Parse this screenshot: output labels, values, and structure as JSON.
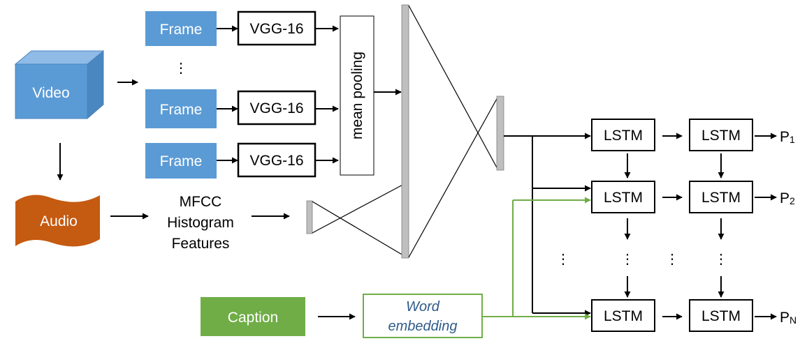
{
  "video": {
    "label": "Video"
  },
  "frames": [
    {
      "label": "Frame",
      "model": "VGG-16"
    },
    {
      "label": "Frame",
      "model": "VGG-16"
    },
    {
      "label": "Frame",
      "model": "VGG-16"
    }
  ],
  "frame_ellipsis": "⋮",
  "pooling": {
    "label": "mean pooling"
  },
  "audio": {
    "label": "Audio",
    "features": [
      "MFCC",
      "Histogram",
      "Features"
    ]
  },
  "caption": {
    "label": "Caption"
  },
  "embedding": {
    "line1": "Word",
    "line2": "embedding"
  },
  "lstm": {
    "label": "LSTM"
  },
  "outputs": {
    "p1": "P",
    "p1_sub": "1",
    "p2": "P",
    "p2_sub": "2",
    "pn": "P",
    "pn_sub": "N"
  },
  "vdots": "⋮",
  "colors": {
    "blue_fill": "#5b9bd5",
    "blue_top": "#8fbbe6",
    "blue_side": "#4a86c0",
    "audio_fill": "#c55a11",
    "caption_fill": "#70ad47",
    "embed_stroke": "#70ad47",
    "embed_text": "#2e5b8a",
    "bar_fill": "#bfbfbf"
  }
}
